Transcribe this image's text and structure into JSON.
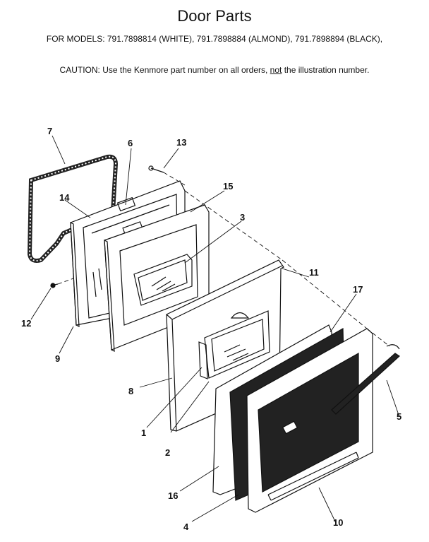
{
  "header": {
    "title": "Door Parts",
    "models": "FOR MODELS:  791.7898814 (WHITE), 791.7898884 (ALMOND), 791.7898894 (BLACK),",
    "caution_prefix": "CAUTION:  Use the Kenmore part number on all orders, ",
    "caution_not": "not",
    "caution_suffix": " the illustration number."
  },
  "callouts": [
    "7",
    "6",
    "13",
    "14",
    "15",
    "3",
    "12",
    "11",
    "17",
    "9",
    "8",
    "5",
    "1",
    "2",
    "16",
    "4",
    "10"
  ]
}
